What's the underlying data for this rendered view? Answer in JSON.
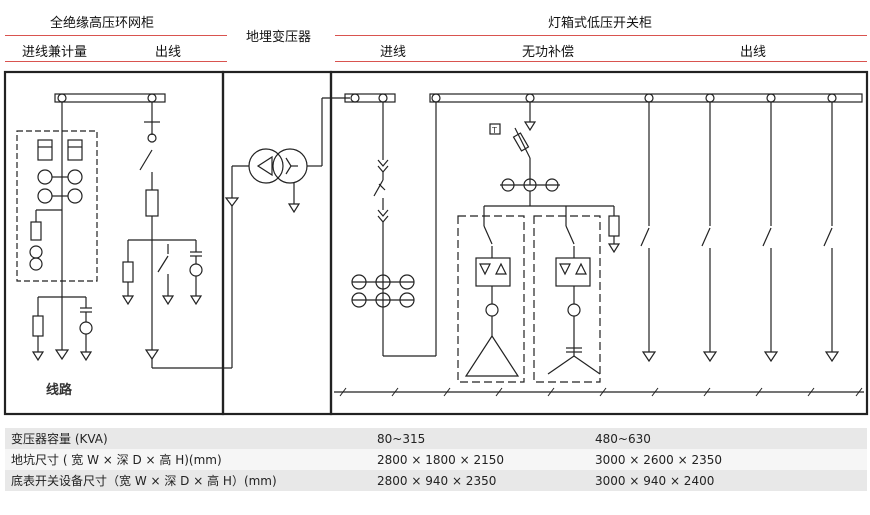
{
  "header": {
    "hv_cabinet": "全绝缘高压环网柜",
    "hv_incoming_metering": "进线兼计量",
    "hv_outgoing": "出线",
    "transformer": "地埋变压器",
    "lv_cabinet": "灯箱式低压开关柜",
    "lv_incoming": "进线",
    "lv_reactive_comp": "无功补偿",
    "lv_outgoing": "出线"
  },
  "diagram": {
    "line_label": "线路",
    "box_t_label": "T",
    "accent_color": "#d9534f"
  },
  "specs": {
    "rows": [
      [
        "变压器容量 (KVA)",
        "80~315",
        "480~630"
      ],
      [
        "地坑尺寸 ( 宽 W × 深 D × 高 H)(mm)",
        "2800 × 1800 × 2150",
        "3000 × 2600 × 2350"
      ],
      [
        "底表开关设备尺寸（宽 W × 深 D × 高 H）(mm)",
        "2800 × 940 × 2350",
        "3000 × 940 × 2400"
      ]
    ]
  }
}
